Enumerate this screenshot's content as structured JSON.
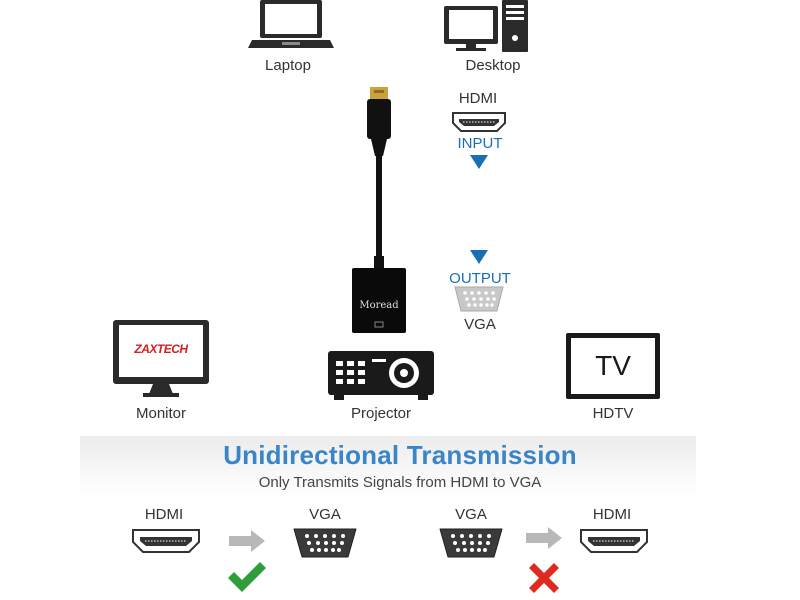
{
  "sources": {
    "laptop_label": "Laptop",
    "desktop_label": "Desktop"
  },
  "adapter": {
    "brand": "Moread",
    "input_port": "HDMI",
    "input_label": "INPUT",
    "output_label": "OUTPUT",
    "output_port": "VGA"
  },
  "displays": {
    "monitor_label": "Monitor",
    "monitor_logo": "ZAXTECH",
    "projector_label": "Projector",
    "tv_screen_text": "TV",
    "hdtv_label": "HDTV"
  },
  "transmission": {
    "title": "Unidirectional Transmission",
    "subtitle": "Only Transmits Signals from HDMI to VGA",
    "valid": {
      "from": "HDMI",
      "to": "VGA",
      "status": "check"
    },
    "invalid": {
      "from": "VGA",
      "to": "HDMI",
      "status": "cross"
    }
  },
  "colors": {
    "accent_blue": "#1a6fb4",
    "title_blue": "#3a85c8",
    "check_green": "#2e9e3a",
    "cross_red": "#e02a1f",
    "arrow_gray": "#b8b8b8"
  }
}
